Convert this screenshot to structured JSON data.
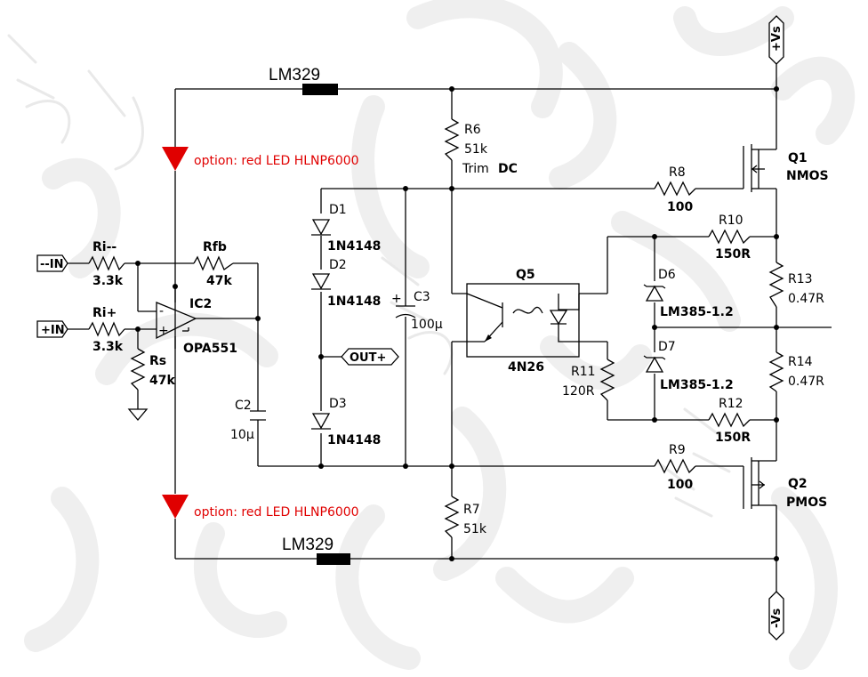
{
  "colors": {
    "led": "#e00000",
    "wire": "#000000",
    "watermark": "#efefef"
  },
  "refs": {
    "lm_top": "LM329",
    "lm_bot": "LM329",
    "r6": "R6",
    "r6_val": "51k",
    "trim": "Trim",
    "dc": "DC",
    "r7": "R7",
    "r7_val": "51k",
    "q1": "Q1",
    "q1_type": "NMOS",
    "q2": "Q2",
    "q2_type": "PMOS",
    "r8": "R8",
    "r8_val": "100",
    "r9": "R9",
    "r9_val": "100",
    "r10": "R10",
    "r10_val": "150R",
    "r12": "R12",
    "r12_val": "150R",
    "r13": "R13",
    "r13_val": "0.47R",
    "r14": "R14",
    "r14_val": "0.47R",
    "d1": "D1",
    "d1_val": "1N4148",
    "d2": "D2",
    "d2_val": "1N4148",
    "d3": "D3",
    "d3_val": "1N4148",
    "c3": "C3",
    "c3_val": "100µ",
    "c2": "C2",
    "c2_val": "10µ",
    "q5": "Q5",
    "q5_type": "4N26",
    "r11": "R11",
    "r11_val": "120R",
    "d6": "D6",
    "d6_val": "LM385-1.2",
    "d7": "D7",
    "d7_val": "LM385-1.2",
    "ri_m": "Ri--",
    "ri_m_val": "3.3k",
    "ri_p": "Ri+",
    "ri_p_val": "3.3k",
    "rfb": "Rfb",
    "rfb_val": "47k",
    "rs": "Rs",
    "rs_val": "47k",
    "ic2": "IC2",
    "ic2_type": "OPA551",
    "opamp_minus": "-",
    "opamp_plus": "+",
    "c3_plus": "+"
  },
  "ports": {
    "in_minus": "--IN",
    "in_plus": "+IN",
    "out": "OUT+",
    "vs_plus": "+Vs",
    "vs_minus": "-Vs"
  },
  "notes": {
    "led_top": "option: red LED HLNP6000",
    "led_bot": "option: red LED HLNP6000"
  }
}
